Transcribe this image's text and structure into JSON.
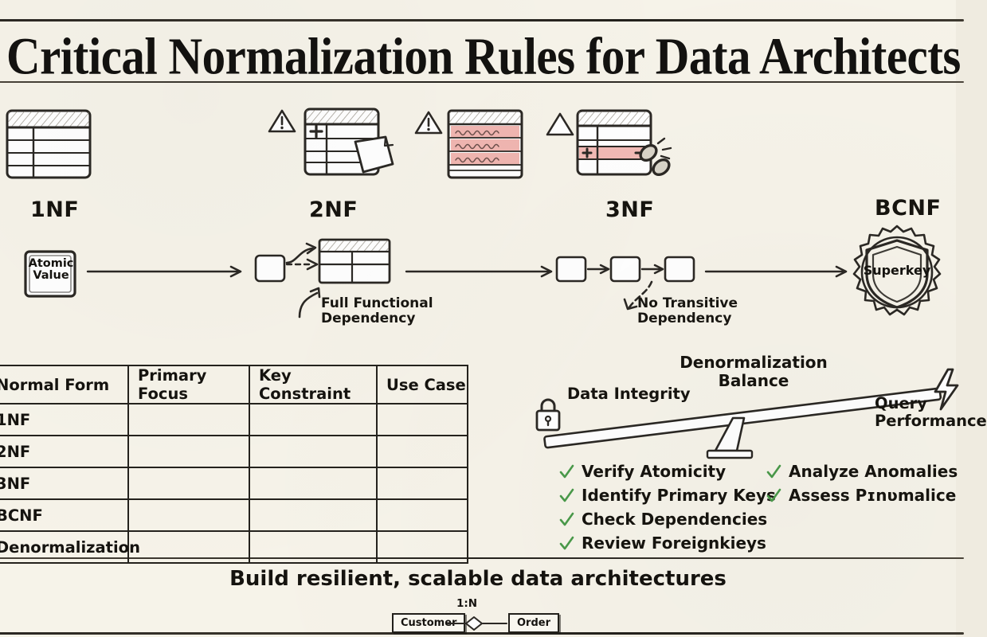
{
  "meta": {
    "style": "hand-drawn whiteboard infographic",
    "background_color": "#f6f3e9",
    "ink_color": "#2b2824",
    "accent_red": "#eaa8a3",
    "accent_green": "#4a9a4a"
  },
  "header": {
    "title": "Critical Normalization Rules for Data Architects"
  },
  "stages": [
    {
      "id": "1nf",
      "label": "1NF",
      "icon": "table-icon",
      "warning": false
    },
    {
      "id": "2nf",
      "label": "2NF",
      "icon": "table-plus-document-icon",
      "warning": true
    },
    {
      "id": "3nf-alert",
      "label": "",
      "icon": "table-red-rows-icon",
      "warning": true,
      "scribble_rows": [
        "ZoomiChecPi",
        "DoamcDocPi",
        "Doomik Xocrd"
      ]
    },
    {
      "id": "3nf",
      "label": "3NF",
      "icon": "table-broken-chain-icon",
      "warning": true
    },
    {
      "id": "bcnf",
      "label": "BCNF",
      "icon": "superkey-shield-badge",
      "warning": false
    }
  ],
  "flow": {
    "start_chip": "Atomic Value",
    "badge_label": "Superkey",
    "annotations": [
      {
        "id": "full-functional-dependency",
        "line1": "Full Functional",
        "line2": "Dependency"
      },
      {
        "id": "no-transitive-dependency",
        "line1": "No Transitive",
        "line2": "Dependency"
      }
    ]
  },
  "compare_table": {
    "headers": [
      "Normal Form",
      "Primary Focus",
      "Key Constraint",
      "Use Case"
    ],
    "rows": [
      {
        "normal_form": "1NF",
        "primary_focus": "",
        "key_constraint": "",
        "use_case": ""
      },
      {
        "normal_form": "2NF",
        "primary_focus": "",
        "key_constraint": "",
        "use_case": ""
      },
      {
        "normal_form": "3NF",
        "primary_focus": "",
        "key_constraint": "",
        "use_case": ""
      },
      {
        "normal_form": "BCNF",
        "primary_focus": "",
        "key_constraint": "",
        "use_case": ""
      },
      {
        "normal_form": "Denormalization",
        "primary_focus": "",
        "key_constraint": "",
        "use_case": ""
      }
    ]
  },
  "balance": {
    "title_line1": "Denormalization",
    "title_line2": "Balance",
    "left_label": "Data Integrity",
    "left_icon": "lock-icon",
    "right_label_line1": "Query",
    "right_label_line2": "Performance",
    "right_icon": "lightning-bolt-icon"
  },
  "checklist": {
    "column_left": [
      "Verify Atomicity",
      "Identify Primary Keys",
      "Check Dependencies",
      "Review Foreignkieys"
    ],
    "column_right": [
      "Analyze Anomalies",
      "Assess Pɪnʋmalice"
    ]
  },
  "footer": {
    "tagline": "Build resilient, scalable data architectures",
    "er_left": "Customer",
    "er_right": "Order",
    "er_cardinality": "1:N"
  }
}
